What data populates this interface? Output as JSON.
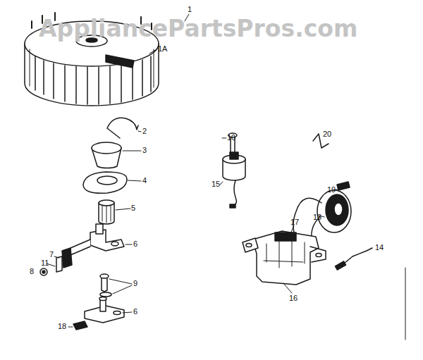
{
  "diagram": {
    "labels": [
      "AppliancePartsPros.com",
      "1",
      "1A",
      "10",
      "2",
      "3",
      "20",
      "15",
      "19",
      "4",
      "13",
      "5",
      "17",
      "6",
      "7",
      "11",
      "9",
      "8",
      "14",
      "16",
      "6",
      "18"
    ]
  }
}
